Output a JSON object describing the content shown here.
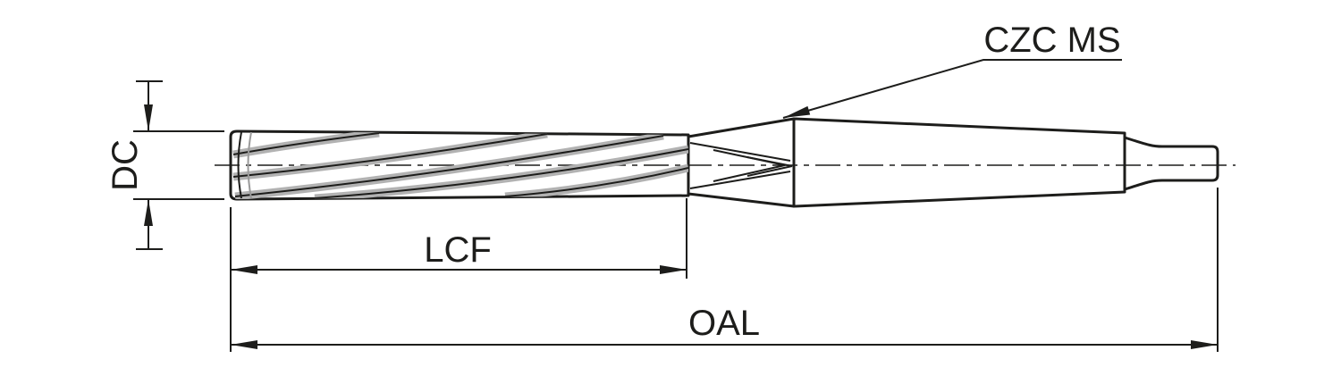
{
  "drawing": {
    "type": "technical-dimension-drawing",
    "subject": "taper-shank-reamer",
    "labels": {
      "callout": "CZC MS",
      "diameter": "DC",
      "flute_length": "LCF",
      "overall_length": "OAL"
    },
    "colors": {
      "line": "#1d1d1b",
      "steel_dark": "#969696",
      "steel_mid": "#d9d9d9",
      "steel_light": "#ffffff",
      "background": "#ffffff"
    }
  }
}
